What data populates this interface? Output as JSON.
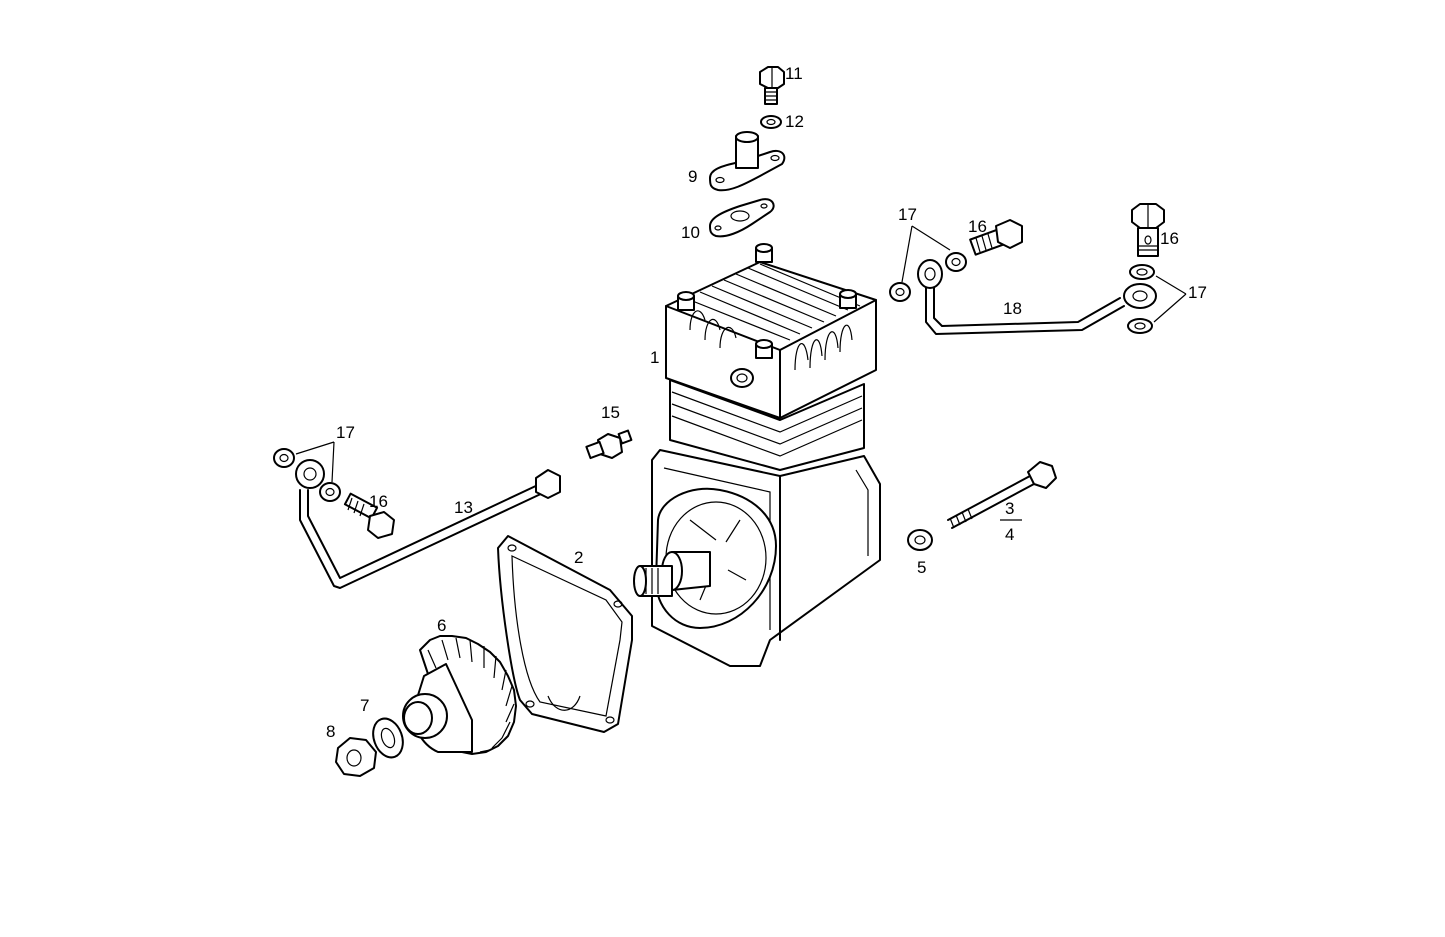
{
  "callouts": {
    "c1": "1",
    "c2": "2",
    "c3": "3",
    "c4": "4",
    "c5": "5",
    "c6": "6",
    "c7": "7",
    "c8": "8",
    "c9": "9",
    "c10": "10",
    "c11": "11",
    "c12": "12",
    "c13": "13",
    "c15": "15",
    "c16a": "16",
    "c16b": "16",
    "c16c": "16",
    "c17a": "17",
    "c17b": "17",
    "c17c": "17",
    "c18": "18"
  },
  "colors": {
    "line": "#000000",
    "background": "#ffffff"
  }
}
